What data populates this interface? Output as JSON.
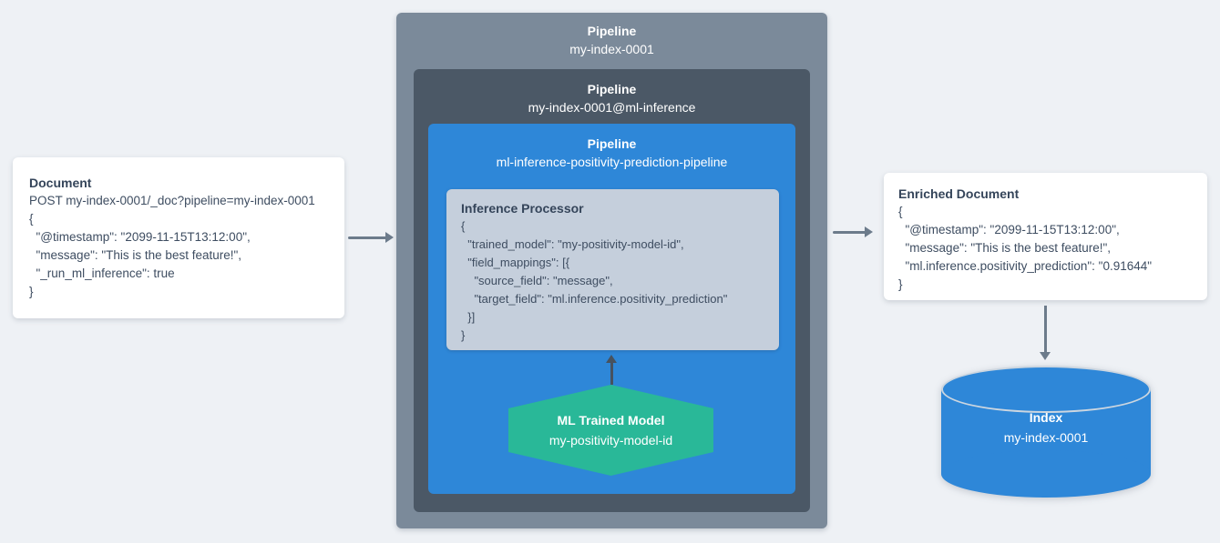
{
  "document_card": {
    "title": "Document",
    "lines": [
      "POST my-index-0001/_doc?pipeline=my-index-0001",
      "{",
      "  \"@timestamp\": \"2099-11-15T13:12:00\",",
      "  \"message\": \"This is the best feature!\",",
      "  \"_run_ml_inference\": true",
      "}"
    ]
  },
  "pipeline_outer": {
    "title": "Pipeline",
    "name": "my-index-0001"
  },
  "pipeline_middle": {
    "title": "Pipeline",
    "name": "my-index-0001@ml-inference"
  },
  "pipeline_inner": {
    "title": "Pipeline",
    "name": "ml-inference-positivity-prediction-pipeline"
  },
  "inference_processor": {
    "title": "Inference Processor",
    "lines": [
      "{",
      "  \"trained_model\": \"my-positivity-model-id\",",
      "  \"field_mappings\": [{",
      "    \"source_field\": \"message\",",
      "    \"target_field\": \"ml.inference.positivity_prediction\"",
      "  }]",
      "}"
    ]
  },
  "ml_model": {
    "title": "ML Trained Model",
    "name": "my-positivity-model-id"
  },
  "enriched_card": {
    "title": "Enriched Document",
    "lines": [
      "{",
      "  \"@timestamp\": \"2099-11-15T13:12:00\",",
      "  \"message\": \"This is the best feature!\",",
      "  \"ml.inference.positivity_prediction\": \"0.91644\"",
      "}"
    ]
  },
  "index": {
    "title": "Index",
    "name": "my-index-0001"
  },
  "colors": {
    "background": "#eef1f5",
    "pipeline_outer": "#7b8a9a",
    "pipeline_middle": "#4b5866",
    "pipeline_inner": "#2e87d8",
    "processor_bg": "#c5cfdc",
    "model_hexagon": "#29b898",
    "index_cylinder": "#2e87d8",
    "arrow": "#6c7b8b",
    "arrow_dark": "#47525f",
    "text_dark": "#3e4d61",
    "text_light": "#ffffff"
  }
}
